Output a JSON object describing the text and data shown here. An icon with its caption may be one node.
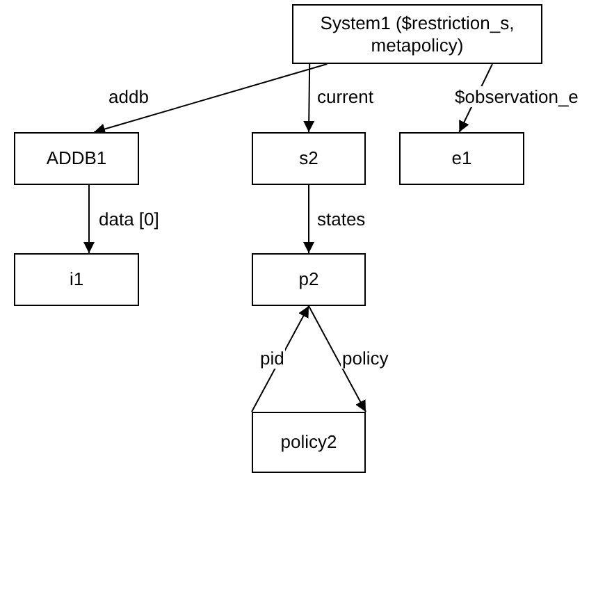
{
  "diagram": {
    "nodes": [
      {
        "text": [
          "System1 ($restriction_s, metapolicy)"
        ]
      },
      {
        "text": [
          "ADDB1"
        ]
      },
      {
        "text": [
          "s2"
        ]
      },
      {
        "text": [
          "e1"
        ]
      },
      {
        "text": [
          "i1"
        ]
      },
      {
        "text": [
          "p2"
        ]
      },
      {
        "text": [
          "policy2"
        ]
      }
    ],
    "edges": [
      {
        "from": 0,
        "to": 1,
        "arrow": "to",
        "label": "addb"
      },
      {
        "from": 0,
        "to": 2,
        "arrow": "to",
        "label": "current"
      },
      {
        "from": 0,
        "to": 3,
        "arrow": "to",
        "label": "$observation_e"
      },
      {
        "from": 1,
        "to": 4,
        "arrow": "to",
        "label": "data [0]"
      },
      {
        "from": 2,
        "to": 5,
        "arrow": "to",
        "label": "states"
      },
      {
        "from": 6,
        "to": 5,
        "arrow": "to",
        "label": "pid"
      },
      {
        "from": 5,
        "to": 6,
        "arrow": "to",
        "label": "policy"
      }
    ]
  }
}
